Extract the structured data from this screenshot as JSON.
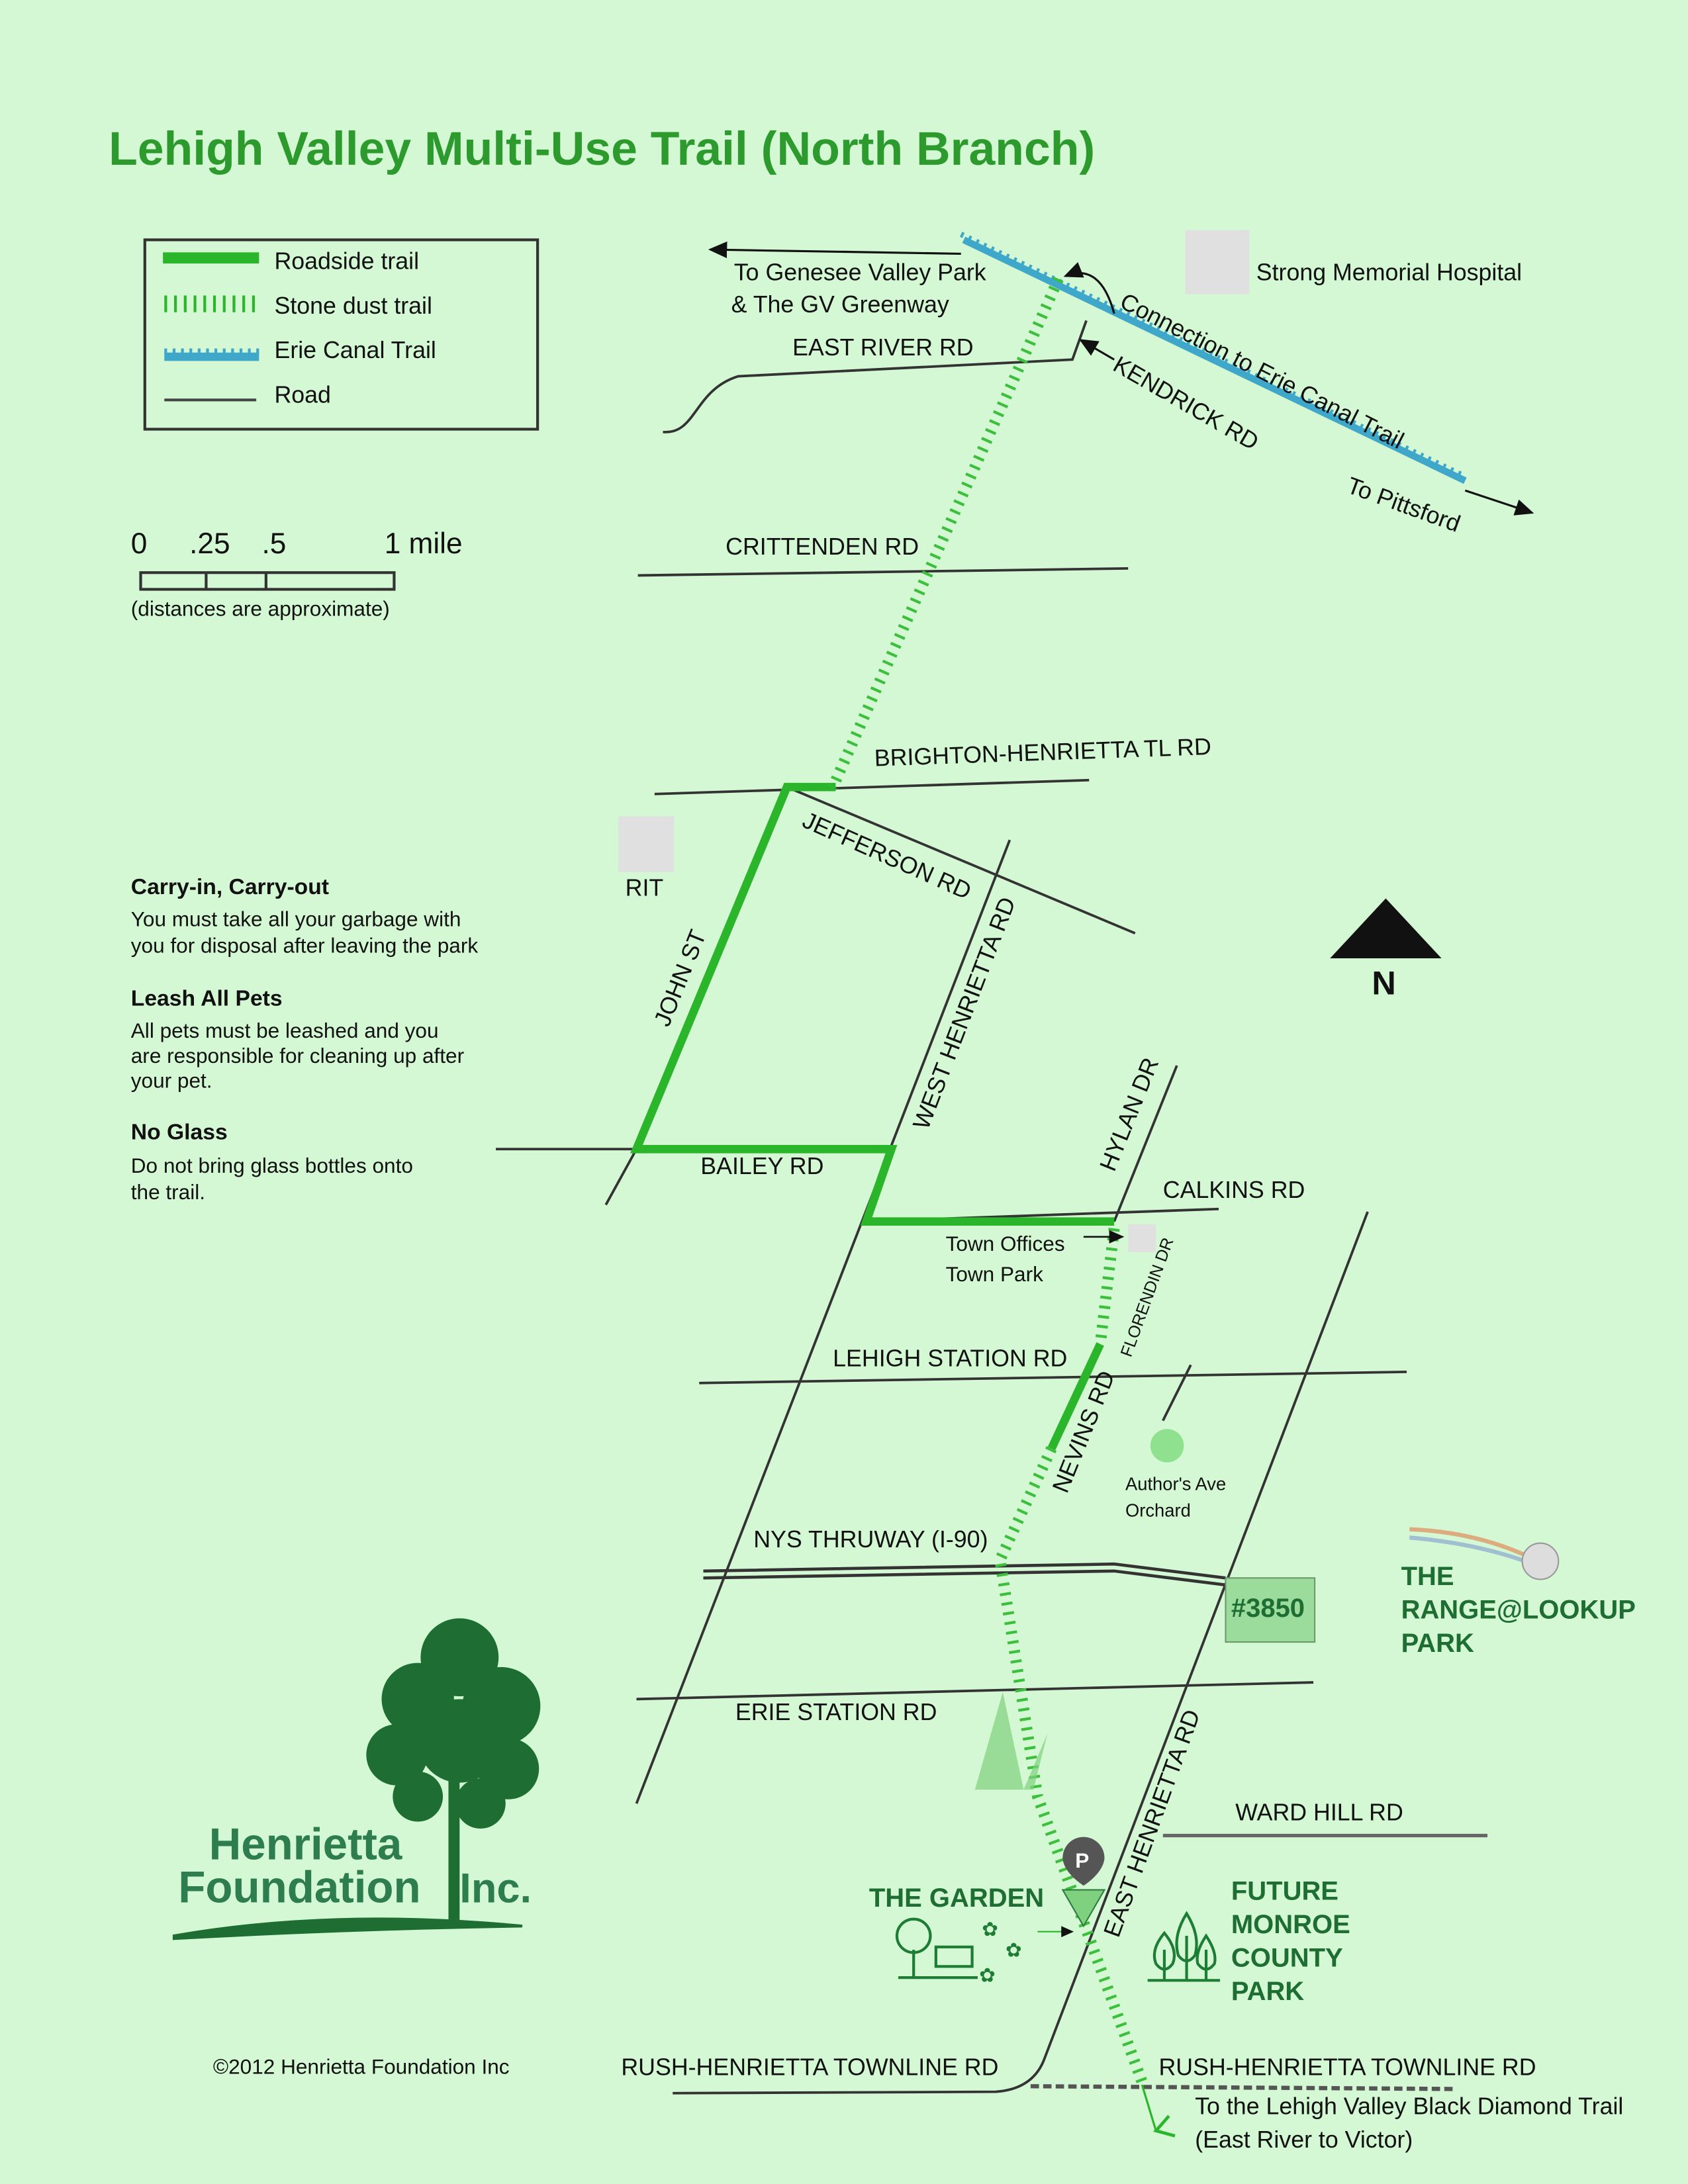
{
  "title": "Lehigh Valley Multi-Use Trail (North Branch)",
  "legend": {
    "items": [
      {
        "label": "Roadside trail",
        "icon": "roadside-trail-swatch"
      },
      {
        "label": "Stone dust trail",
        "icon": "stone-dust-trail-swatch"
      },
      {
        "label": "Erie Canal Trail",
        "icon": "erie-canal-trail-swatch"
      },
      {
        "label": "Road",
        "icon": "road-swatch"
      }
    ],
    "colors": {
      "roadside": "#2bb52b",
      "stone_dust": "#3cbf3c",
      "erie": "#3fa7c9",
      "road": "#333333"
    }
  },
  "scale": {
    "ticks": [
      "0",
      ".25",
      ".5",
      "1 mile"
    ],
    "note": "(distances are approximate)"
  },
  "rules": [
    {
      "heading": "Carry-in, Carry-out",
      "lines": [
        "You must take all your garbage with",
        "you for disposal after leaving the park"
      ]
    },
    {
      "heading": "Leash All Pets",
      "lines": [
        "All pets must be leashed and you",
        "are responsible for cleaning up after",
        "your pet."
      ]
    },
    {
      "heading": "No Glass",
      "lines": [
        "Do not bring glass bottles onto",
        "the trail."
      ]
    }
  ],
  "places": {
    "genesee_1": "To Genesee Valley Park",
    "genesee_2": "& The GV Greenway",
    "hospital": "Strong Memorial Hospital",
    "connection": "Connection to Erie Canal Trail",
    "pittsford": "To Pittsford",
    "rit": "RIT",
    "town_offices": "Town Offices",
    "town_park": "Town Park",
    "orchard_1": "Author's Ave",
    "orchard_2": "Orchard",
    "address": "#3850",
    "range_1": "THE",
    "range_2": "RANGE@LOOKUP",
    "range_3": "PARK",
    "garden": "THE GARDEN",
    "parking": "P",
    "future_1": "FUTURE",
    "future_2": "MONROE",
    "future_3": "COUNTY",
    "future_4": "PARK",
    "black_diamond_1": "To the Lehigh Valley Black Diamond Trail",
    "black_diamond_2": "(East River to Victor)",
    "north": "N"
  },
  "roads": {
    "east_river": "EAST RIVER RD",
    "kendrick": "KENDRICK RD",
    "crittenden": "CRITTENDEN RD",
    "brighton": "BRIGHTON-HENRIETTA TL RD",
    "jefferson": "JEFFERSON RD",
    "john": "JOHN ST",
    "west_henrietta": "WEST HENRIETTA RD",
    "hylan": "HYLAN DR",
    "bailey": "BAILEY RD",
    "calkins": "CALKINS RD",
    "florendin": "FLORENDIN DR",
    "lehigh_station": "LEHIGH STATION RD",
    "nevins": "NEVINS RD",
    "thruway": "NYS THRUWAY (I-90)",
    "erie_station": "ERIE STATION RD",
    "east_henrietta": "EAST HENRIETTA RD",
    "ward_hill": "WARD HILL RD",
    "townline_w": "RUSH-HENRIETTA TOWNLINE RD",
    "townline_e": "RUSH-HENRIETTA TOWNLINE RD"
  },
  "logo": {
    "line1": "Henrietta",
    "line2": "Foundation",
    "line3": "Inc."
  },
  "copyright": "©2012 Henrietta Foundation Inc"
}
